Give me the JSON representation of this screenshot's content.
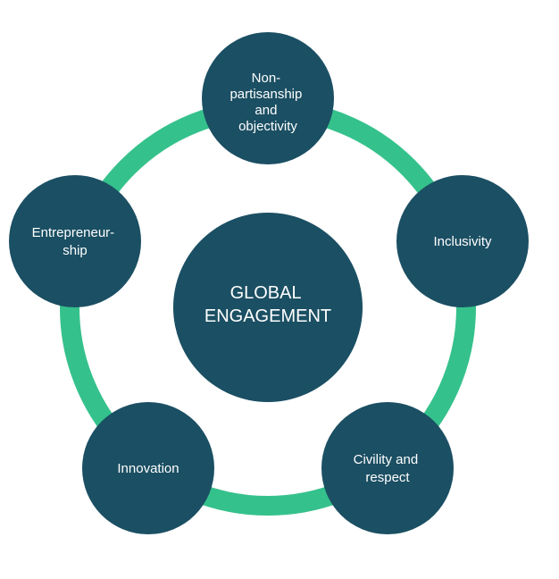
{
  "colors": {
    "node_fill": "#1b4f63",
    "ring": "#35c18c",
    "text": "#ffffff"
  },
  "center": {
    "lines": [
      "GLOBAL",
      "ENGAGEMENT"
    ]
  },
  "nodes": [
    {
      "id": "non-partisanship",
      "lines": [
        "Non-",
        "partisanship",
        "and",
        "objectivity"
      ]
    },
    {
      "id": "inclusivity",
      "lines": [
        "Inclusivity"
      ]
    },
    {
      "id": "civility",
      "lines": [
        "Civility and",
        "respect"
      ]
    },
    {
      "id": "innovation",
      "lines": [
        "Innovation"
      ]
    },
    {
      "id": "entrepreneurship",
      "lines": [
        "Entrepreneur-",
        "ship"
      ]
    }
  ]
}
